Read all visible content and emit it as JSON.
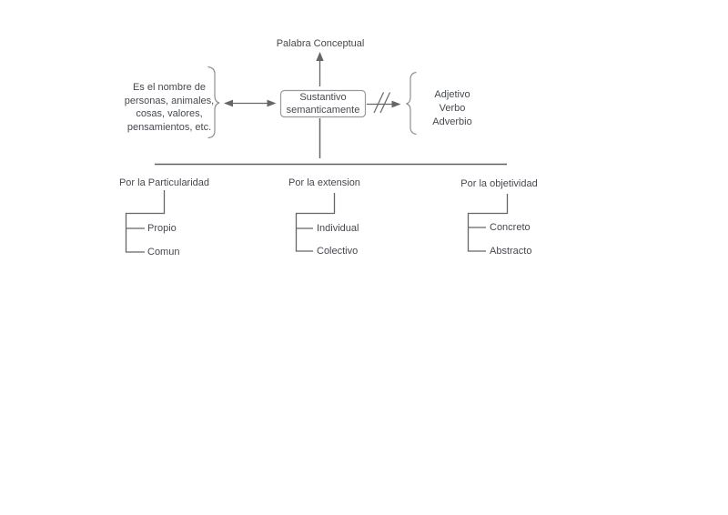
{
  "diagram": {
    "top_label": "Palabra Conceptual",
    "center_box": "Sustantivo\nsemanticamente",
    "left_note": "Es el nombre de\npersonas, animales,\ncosas, valores,\npensamientos, etc.",
    "right_note": "Adjetivo\nVerbo\nAdverbio",
    "branches": [
      {
        "label": "Por la Particularidad",
        "children": [
          "Propio",
          "Comun"
        ]
      },
      {
        "label": "Por la extension",
        "children": [
          "Individual",
          "Colectivo"
        ]
      },
      {
        "label": "Por la objetividad",
        "children": [
          "Concreto",
          "Abstracto"
        ]
      }
    ],
    "colors": {
      "line": "#666666",
      "brace": "#8f8f8f",
      "box_border": "#999999",
      "text": "#45494f",
      "background": "#ffffff"
    }
  }
}
